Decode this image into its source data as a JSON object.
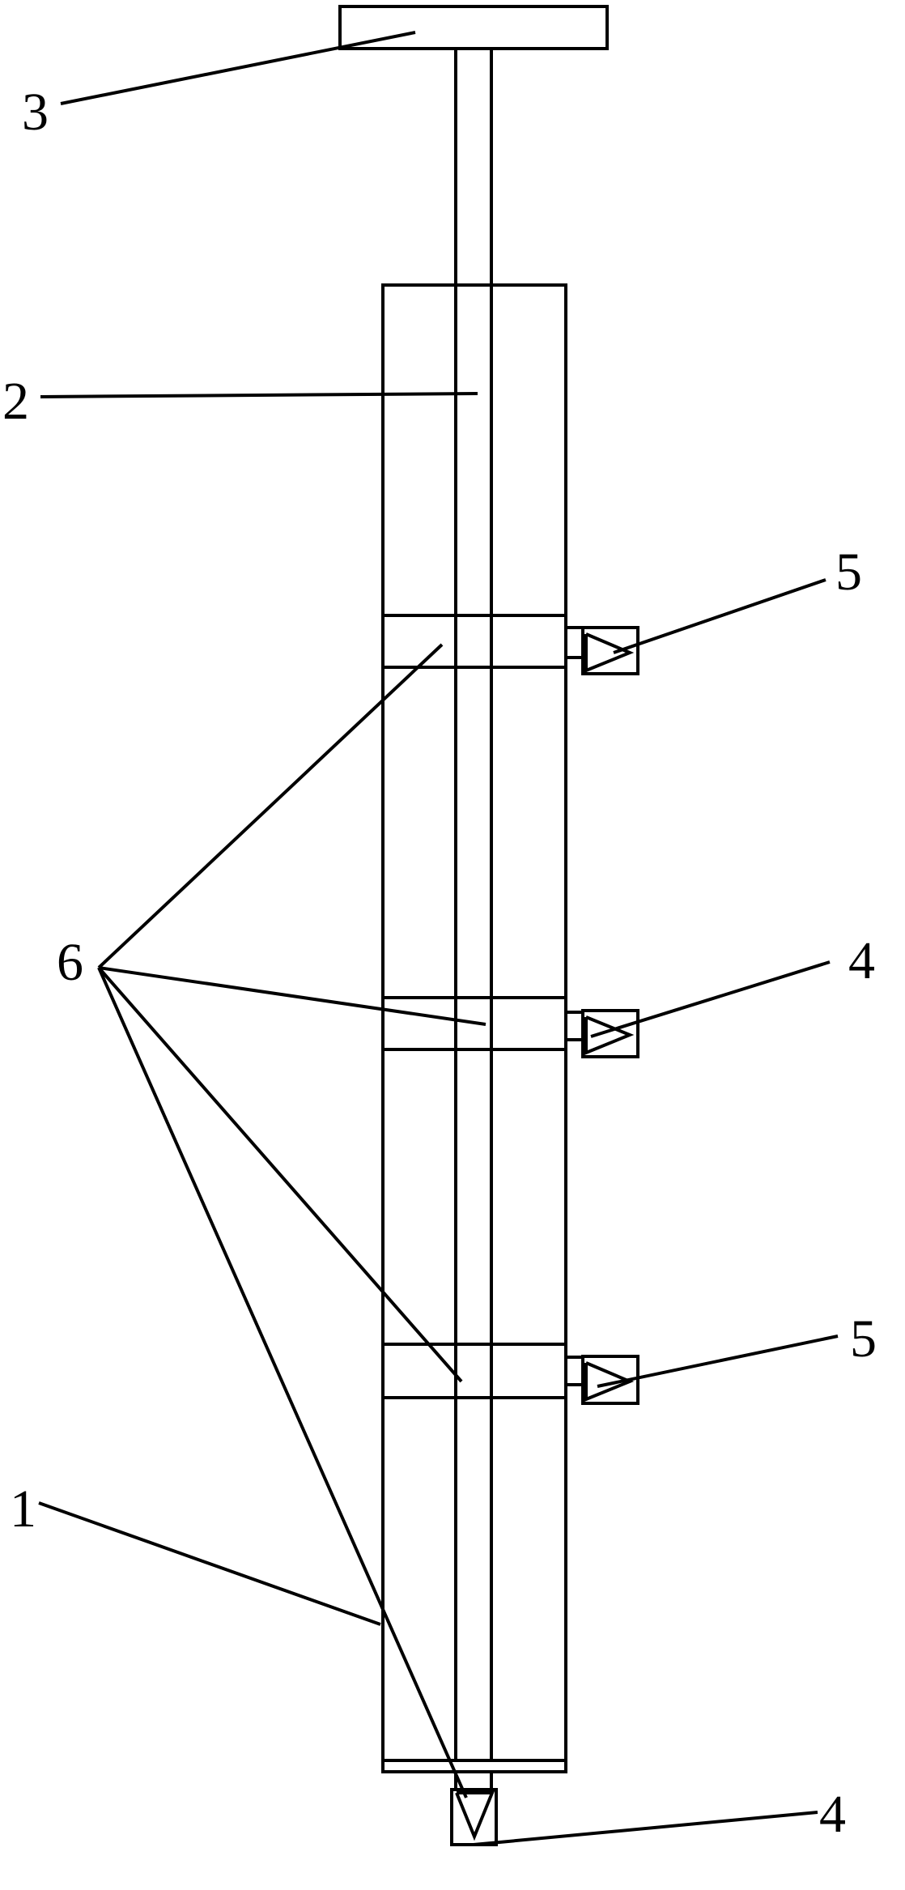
{
  "diagram": {
    "labels": [
      {
        "id": "label-3-top",
        "text": "3"
      },
      {
        "id": "label-2",
        "text": "2"
      },
      {
        "id": "label-5-upper",
        "text": "5"
      },
      {
        "id": "label-6",
        "text": "6"
      },
      {
        "id": "label-4-middle",
        "text": "4"
      },
      {
        "id": "label-5-lower",
        "text": "5"
      },
      {
        "id": "label-1",
        "text": "1"
      },
      {
        "id": "label-4-bottom",
        "text": "4"
      }
    ],
    "colors": {
      "stroke": "#000000",
      "background": "#ffffff"
    }
  }
}
